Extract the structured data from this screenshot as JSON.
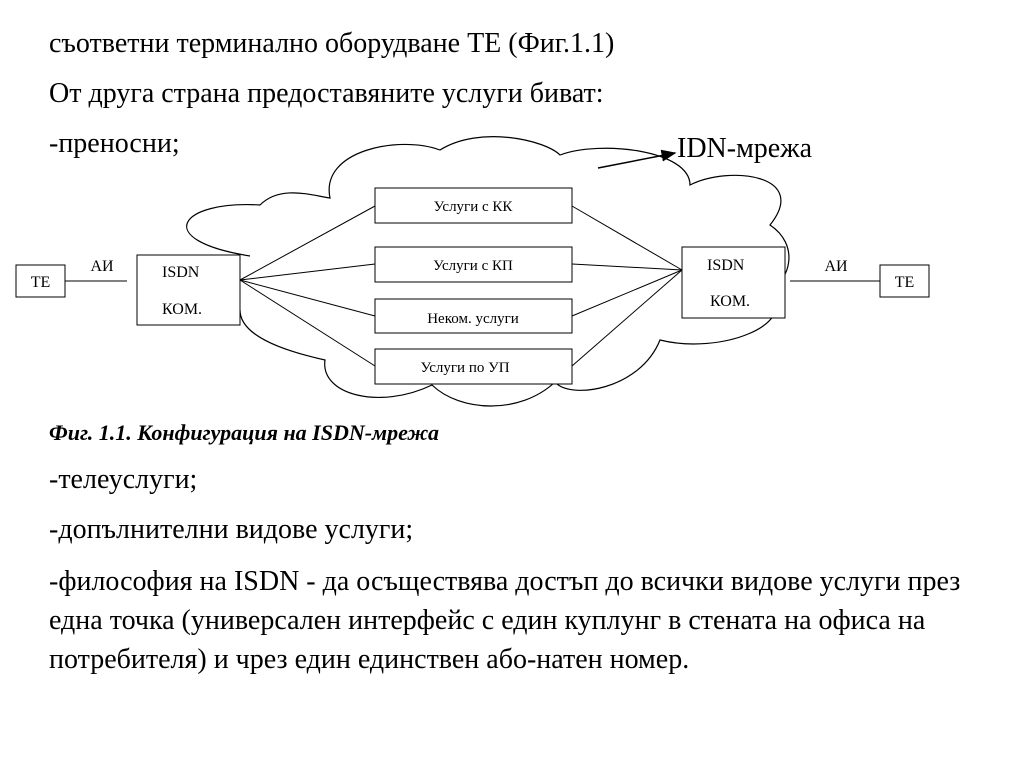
{
  "text": {
    "line1": "съответни терминално оборудване ТЕ (Фиг.1.1)",
    "line2": "От друга страна предоставяните услуги биват:",
    "line3": "-преносни;",
    "caption": "Фиг. 1.1. Конфигурация на ISDN-мрежа",
    "line4": "-телеуслуги;",
    "line5": "-допълнителни видове услуги;",
    "paragraph": "-философия на ISDN - да осъществява достъп до всички видове услуги през една точка (универсален интерфейс с един куплунг в стената на офиса на потребителя)  и чрез един единствен або-натен номер."
  },
  "diagram": {
    "network_label": "IDN-мрежа",
    "left_terminal": "ТЕ",
    "right_terminal": "ТЕ",
    "left_interface": "АИ",
    "right_interface": "АИ",
    "left_switch": {
      "line1": "ISDN",
      "line2": "КОМ."
    },
    "right_switch": {
      "line1": "ISDN",
      "line2": "КОМ."
    },
    "services": [
      "Услуги с КК",
      "Услуги с КП",
      "Неком. услуги",
      "Услуги по УП"
    ]
  }
}
